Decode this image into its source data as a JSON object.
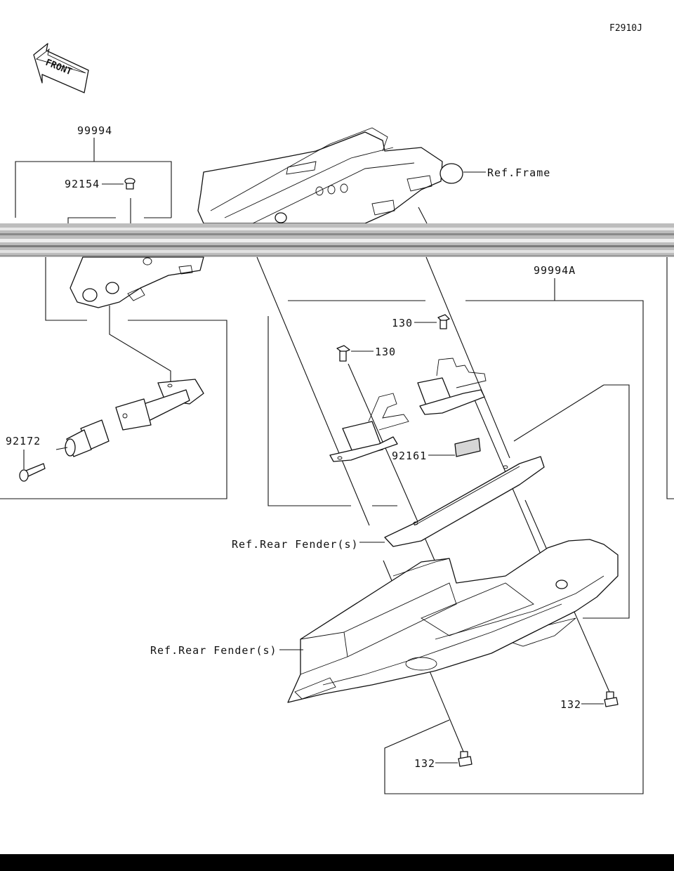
{
  "diagram": {
    "figure_code": "F2910J",
    "front_label": "FRONT",
    "callouts": {
      "kit_left": "99994",
      "bolt_top": "92154",
      "frame_ref": "Ref.Frame",
      "kit_right": "99994A",
      "bolt_130_a": "130",
      "bolt_130_b": "130",
      "pin": "92172",
      "spacer": "92161",
      "fender_ref_1": "Ref.Rear Fender(s)",
      "fender_ref_2": "Ref.Rear Fender(s)",
      "bolt_132_a": "132",
      "bolt_132_b": "132"
    }
  }
}
